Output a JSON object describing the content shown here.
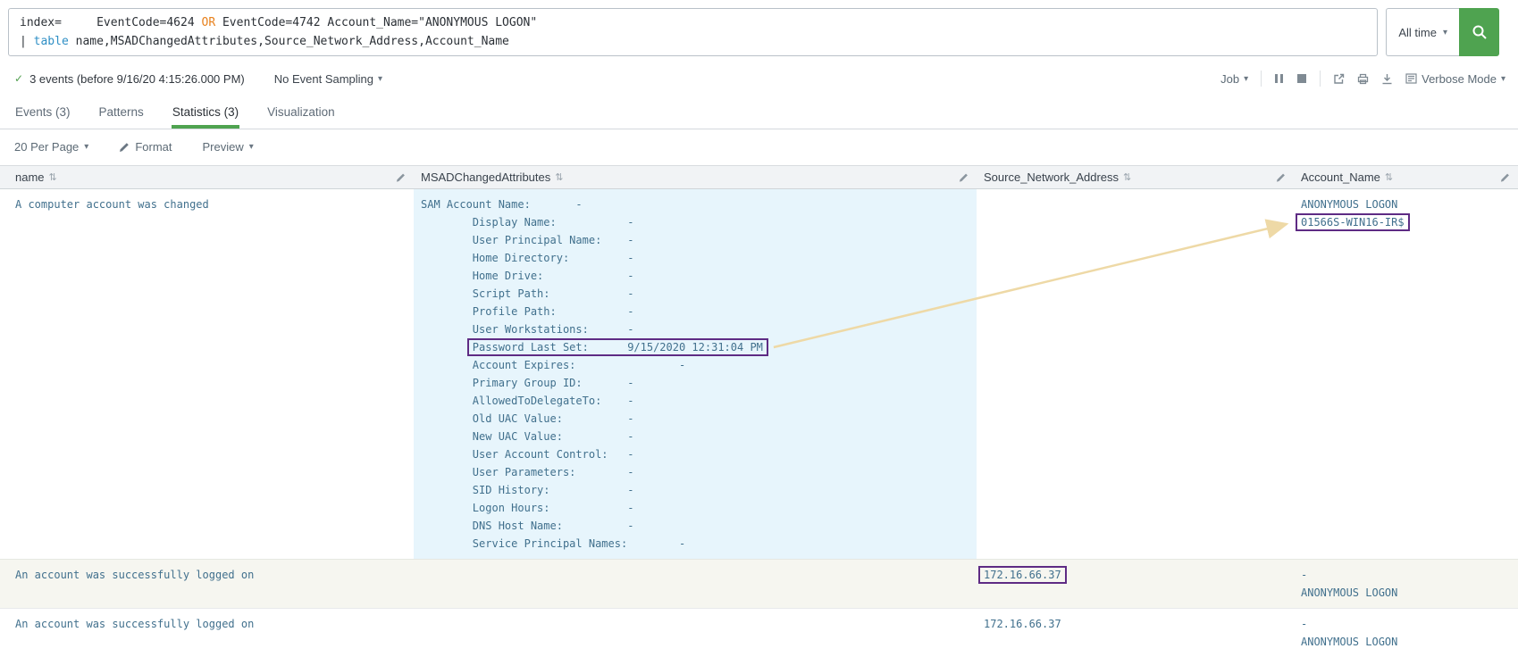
{
  "search_bar": {
    "query": {
      "line1_part1": "index=     EventCode=4624 ",
      "line1_operator": "OR",
      "line1_part2": " EventCode=4742 Account_Name=\"ANONYMOUS LOGON\"",
      "line2_pipe": "| ",
      "line2_command": "table",
      "line2_part2": " name,MSADChangedAttributes,Source_Network_Address,Account_Name"
    },
    "time_range_label": "All time"
  },
  "status_bar": {
    "events_summary": "3 events (before 9/16/20 4:15:26.000 PM)",
    "sampling_label": "No Event Sampling",
    "job_label": "Job",
    "mode_label": "Verbose Mode"
  },
  "tabs": [
    {
      "label": "Events (3)",
      "active": false
    },
    {
      "label": "Patterns",
      "active": false
    },
    {
      "label": "Statistics (3)",
      "active": true
    },
    {
      "label": "Visualization",
      "active": false
    }
  ],
  "results_toolbar": {
    "per_page_label": "20 Per Page",
    "format_label": "Format",
    "preview_label": "Preview"
  },
  "table": {
    "columns": [
      {
        "label": "name"
      },
      {
        "label": "MSADChangedAttributes"
      },
      {
        "label": "Source_Network_Address"
      },
      {
        "label": "Account_Name"
      }
    ],
    "rows": [
      {
        "name": "A computer account was changed",
        "msad_lines": [
          {
            "text": "SAM Account Name:\t-"
          },
          {
            "text": "\tDisplay Name:\t\t-"
          },
          {
            "text": "\tUser Principal Name:\t-"
          },
          {
            "text": "\tHome Directory:\t\t-"
          },
          {
            "text": "\tHome Drive:\t\t-"
          },
          {
            "text": "\tScript Path:\t\t-"
          },
          {
            "text": "\tProfile Path:\t\t-"
          },
          {
            "text": "\tUser Workstations:\t-"
          },
          {
            "indent": "\t",
            "text": "Password Last Set:\t9/15/2020 12:31:04 PM",
            "highlighted": true
          },
          {
            "text": "\tAccount Expires:\t\t-"
          },
          {
            "text": "\tPrimary Group ID:\t-"
          },
          {
            "text": "\tAllowedToDelegateTo:\t-"
          },
          {
            "text": "\tOld UAC Value:\t\t-"
          },
          {
            "text": "\tNew UAC Value:\t\t-"
          },
          {
            "text": "\tUser Account Control:\t-"
          },
          {
            "text": "\tUser Parameters:\t-"
          },
          {
            "text": "\tSID History:\t\t-"
          },
          {
            "text": "\tLogon Hours:\t\t-"
          },
          {
            "text": "\tDNS Host Name:\t\t-"
          },
          {
            "text": "\tService Principal Names:\t-"
          }
        ],
        "source": "",
        "account_lines": [
          {
            "text": "ANONYMOUS LOGON",
            "highlighted": false
          },
          {
            "text": "01566S-WIN16-IR$",
            "highlighted": true
          }
        ]
      },
      {
        "name": "An account was successfully logged on",
        "msad_lines": [],
        "source": "172.16.66.37",
        "source_highlighted": true,
        "account_lines": [
          {
            "text": "-",
            "highlighted": false
          },
          {
            "text": "ANONYMOUS LOGON",
            "highlighted": false
          }
        ]
      },
      {
        "name": "An account was successfully logged on",
        "msad_lines": [],
        "source": "172.16.66.37",
        "source_highlighted": false,
        "account_lines": [
          {
            "text": "-",
            "highlighted": false
          },
          {
            "text": "ANONYMOUS LOGON",
            "highlighted": false
          }
        ]
      }
    ]
  },
  "colors": {
    "accent_green": "#4fa350",
    "annotation_purple": "#5e2b84",
    "annotation_arrow": "#eed9a6",
    "cell_text_blue": "#41708d",
    "operator_orange": "#e8821e",
    "command_blue": "#2f8fc5",
    "msad_cell_bg": "#e7f5fc"
  }
}
